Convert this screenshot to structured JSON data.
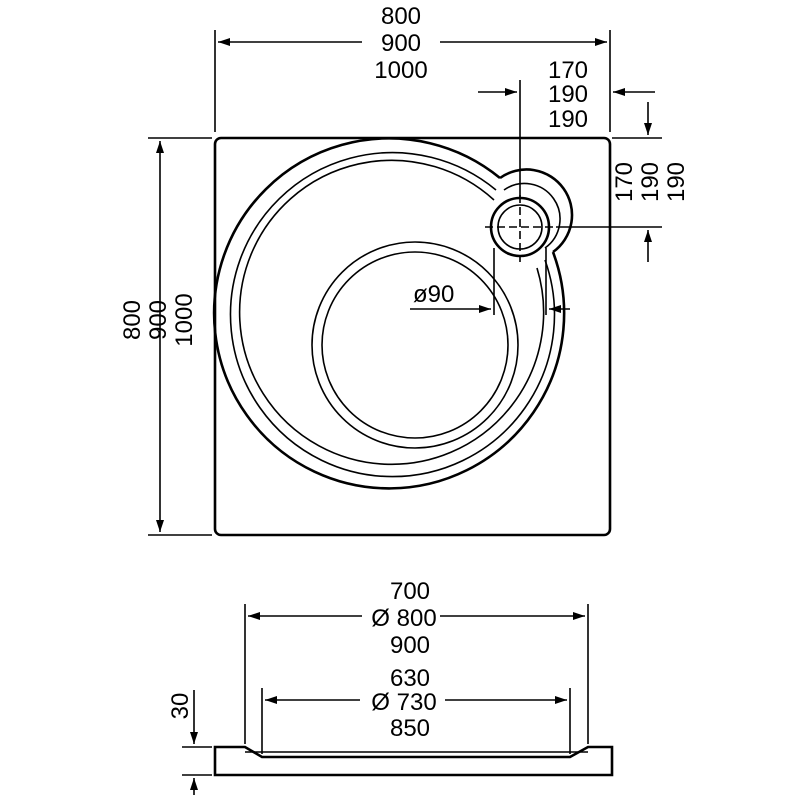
{
  "top_width": {
    "line1": "800",
    "line2": "900",
    "line3": "1000"
  },
  "drain_x": {
    "line1": "170",
    "line2": "190",
    "line3": "190"
  },
  "drain_y": {
    "line1": "170",
    "line2": "190",
    "line3": "190"
  },
  "left_height": {
    "line1": "800",
    "line2": "900",
    "line3": "1000"
  },
  "drain_diameter": {
    "symbol": "ø",
    "value": "90"
  },
  "outer_diameter": {
    "line1": "700",
    "symbol": "Ø",
    "line2": "800",
    "line3": "900"
  },
  "inner_diameter": {
    "line1": "630",
    "symbol": "Ø",
    "line2": "730",
    "line3": "850"
  },
  "tray_height": "30"
}
